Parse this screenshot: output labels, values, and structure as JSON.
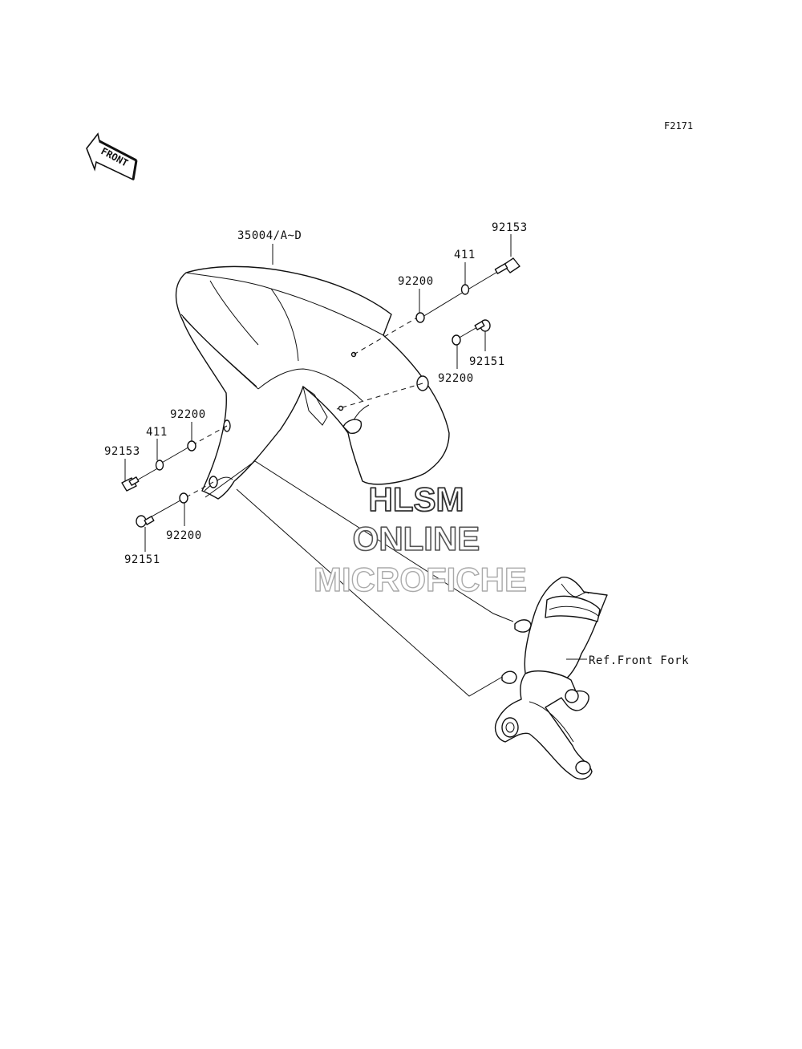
{
  "diagram": {
    "id": "F2171",
    "front_arrow": "FRONT",
    "callouts": {
      "fender": "35004/A~D",
      "bolt_top_right": "92153",
      "washer_top_right": "411",
      "grommet_top": "92200",
      "screw_right": "92151",
      "grommet_right": "92200",
      "grommet_left_upper": "92200",
      "washer_left": "411",
      "bolt_left": "92153",
      "grommet_left_lower": "92200",
      "screw_left": "92151",
      "front_fork": "Ref.Front Fork"
    },
    "watermark": {
      "line1": "HLSM",
      "line2": "ONLINE",
      "line3": "MICROFICHE"
    }
  }
}
